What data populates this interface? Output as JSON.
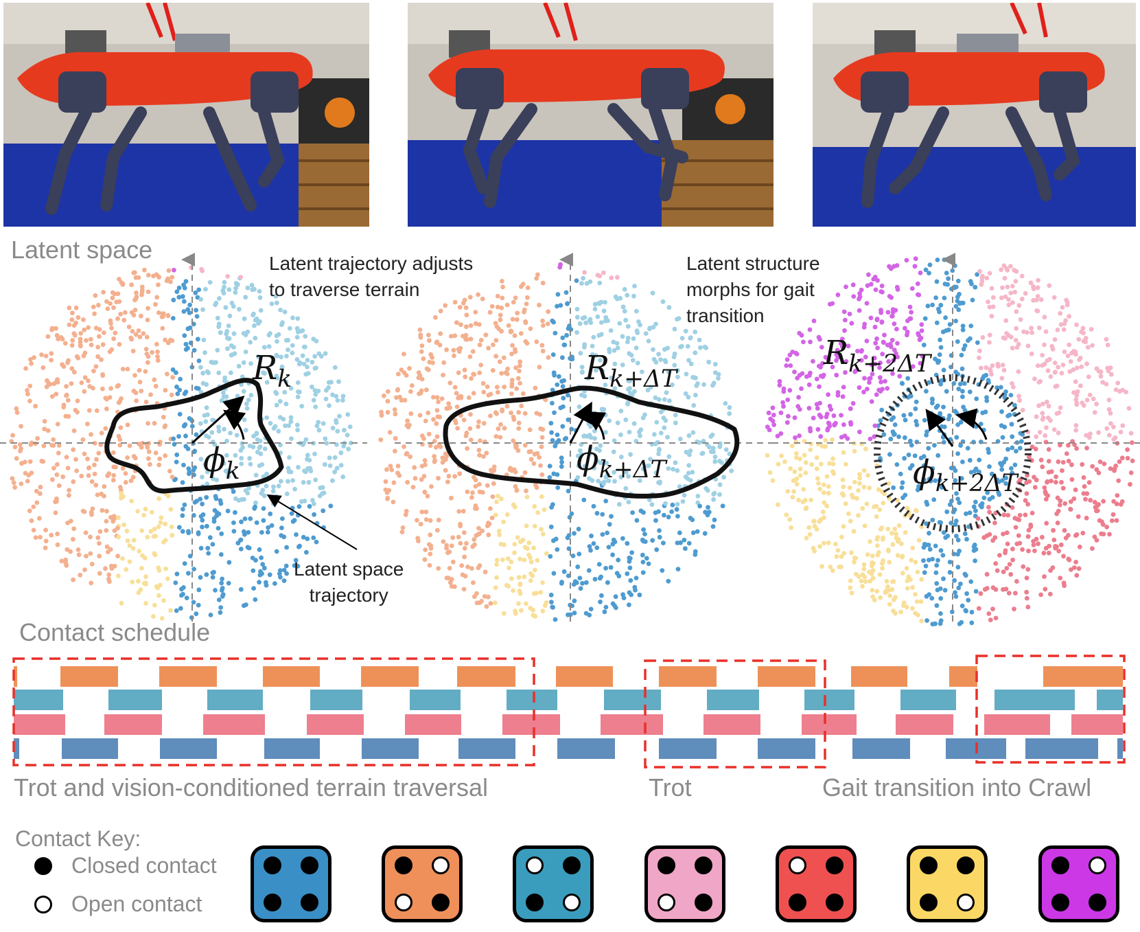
{
  "section_labels": {
    "latent": "Latent space",
    "contact": "Contact schedule"
  },
  "annotations": {
    "adjust_line1": "Latent trajectory adjusts",
    "adjust_line2": "to traverse terrain",
    "morph_line1": "Latent structure",
    "morph_line2": "morphs for gait",
    "morph_line3": "transition",
    "traj_line1": "Latent space",
    "traj_line2": "trajectory"
  },
  "symbols": {
    "r1_main": "R",
    "r1_sub": "k",
    "r2_main": "R",
    "r2_sub": "k+ΔT",
    "r3_main": "R",
    "r3_sub": "k+2ΔT",
    "p1_main": "ϕ",
    "p1_sub": "k",
    "p2_main": "ϕ",
    "p2_sub": "k+ΔT",
    "p3_main": "ϕ",
    "p3_sub": "k+2ΔT"
  },
  "schedule_captions": {
    "trot_terrain": "Trot and vision-conditioned terrain traversal",
    "trot": "Trot",
    "transition": "Gait transition into Crawl"
  },
  "contact_key": {
    "title": "Contact Key:",
    "closed": "Closed contact",
    "open": "Open contact"
  },
  "colors": {
    "blue": "#3a8fc6",
    "orange": "#ef8f5a",
    "teal": "#3a9dbd",
    "pink": "#f0a6c6",
    "red": "#ef5150",
    "yellow": "#fbd865",
    "purple": "#cc38e6",
    "bar_orange": "#ee9158",
    "bar_teal": "#62acc4",
    "bar_pink": "#ee7f8e",
    "bar_blue": "#5f8dbc",
    "dashed_box": "#e8302a"
  },
  "tiles": [
    {
      "name": "tile-blue",
      "color": "blue",
      "tl": "closed",
      "tr": "closed",
      "bl": "closed",
      "br": "closed"
    },
    {
      "name": "tile-orange",
      "color": "orange",
      "tl": "closed",
      "tr": "open",
      "bl": "open",
      "br": "closed"
    },
    {
      "name": "tile-teal",
      "color": "teal",
      "tl": "open",
      "tr": "closed",
      "bl": "closed",
      "br": "open"
    },
    {
      "name": "tile-pink",
      "color": "pink",
      "tl": "closed",
      "tr": "closed",
      "bl": "open",
      "br": "closed"
    },
    {
      "name": "tile-red",
      "color": "red",
      "tl": "open",
      "tr": "closed",
      "bl": "closed",
      "br": "closed"
    },
    {
      "name": "tile-yellow",
      "color": "yellow",
      "tl": "closed",
      "tr": "closed",
      "bl": "closed",
      "br": "open"
    },
    {
      "name": "tile-purple",
      "color": "purple",
      "tl": "closed",
      "tr": "open",
      "bl": "closed",
      "br": "closed"
    }
  ]
}
